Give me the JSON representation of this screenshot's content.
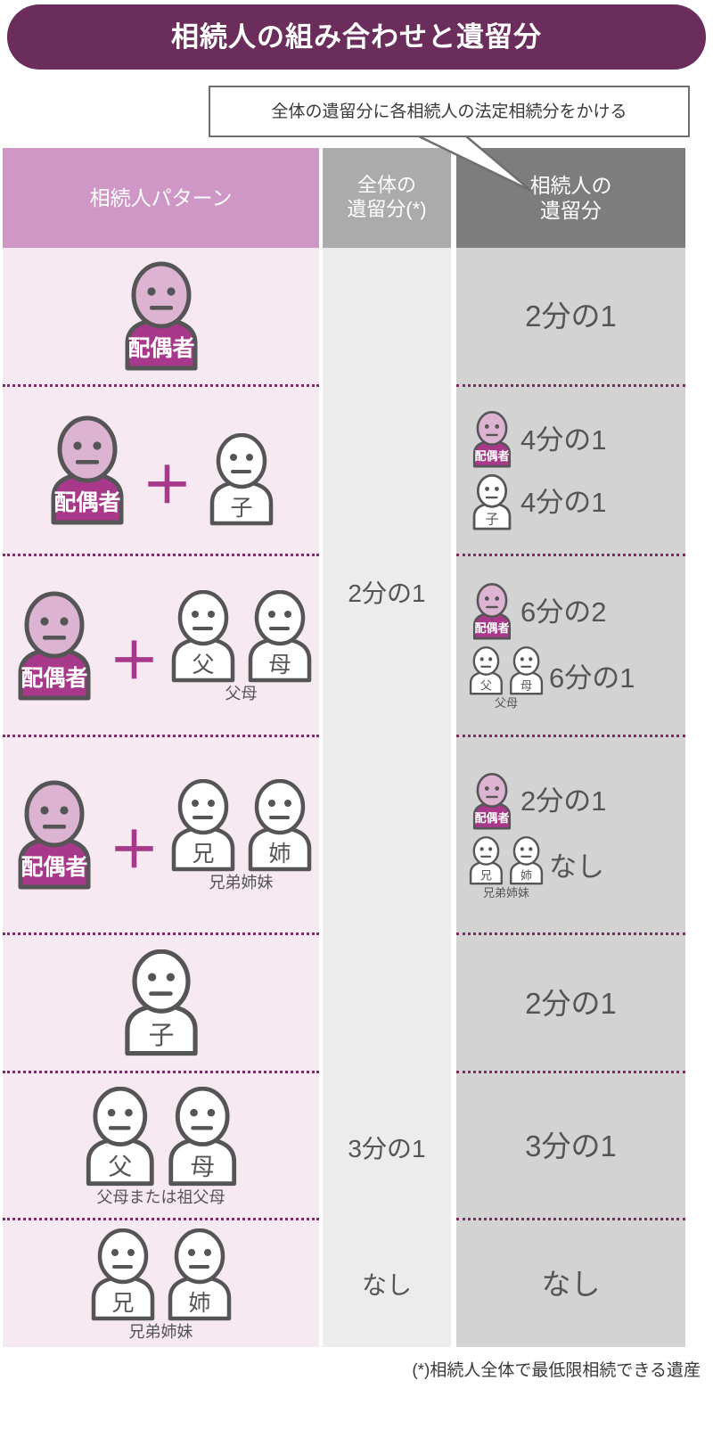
{
  "header": {
    "title": "相続人の組み合わせと遺留分",
    "bar_color": "#6B2D5C"
  },
  "callout": {
    "text": "全体の遺留分に各相続人の法定相続分をかける",
    "border_color": "#6E6E6E"
  },
  "columns": {
    "pattern_header": "相続人パターン",
    "total_header_line1": "全体の",
    "total_header_line2": "遺留分(*)",
    "heir_header_line1": "相続人の",
    "heir_header_line2": "遺留分",
    "pattern_header_color": "#CF97C6",
    "total_header_color": "#ABABAB",
    "heir_header_color": "#7D7D7D"
  },
  "labels": {
    "spouse": "配偶者",
    "child": "子",
    "father": "父",
    "mother": "母",
    "brother": "兄",
    "sister": "姉",
    "parents_caption": "父母",
    "siblings_caption": "兄弟姉妹",
    "grandparents_caption": "父母または祖父母",
    "plus": "＋"
  },
  "totals": {
    "rows_0_3": "2分の1",
    "row_4": "",
    "row_5": "3分の1",
    "row_6": "なし"
  },
  "shares": {
    "row0": "2分の1",
    "row1_spouse": "4分の1",
    "row1_child": "4分の1",
    "row2_spouse": "6分の2",
    "row2_parents": "6分の1",
    "row3_spouse": "2分の1",
    "row3_siblings": "なし",
    "row4": "2分の1",
    "row5": "3分の1",
    "row6": "なし"
  },
  "footnote": "(*)相続人全体で最低限相続できる遺産",
  "colors": {
    "spouse_head": "#DCB4D2",
    "spouse_body": "#A8388A",
    "figure_outline": "#555555",
    "white_fill": "#FFFFFF",
    "dotted_divider": "#7E2E64",
    "text_gray": "#555555",
    "col1_bg": "#F6E9F2",
    "col2_bg": "#ECECEC",
    "col3_bg": "#D3D3D3"
  }
}
